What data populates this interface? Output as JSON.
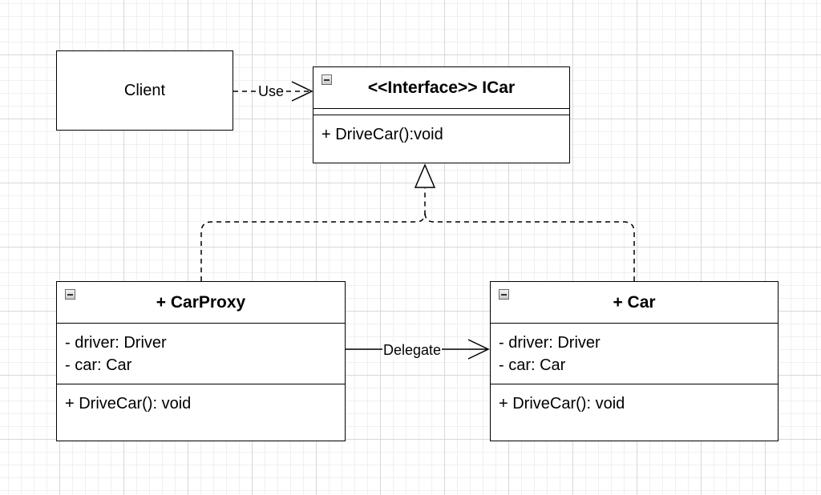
{
  "diagram": {
    "client": {
      "label": "Client"
    },
    "interface": {
      "title": "<<Interface>> ICar",
      "attributes": [],
      "methods": [
        "+ DriveCar():void"
      ]
    },
    "proxy": {
      "title": "+ CarProxy",
      "attributes": [
        "- driver: Driver",
        "- car: Car"
      ],
      "methods": [
        "+ DriveCar(): void"
      ]
    },
    "car": {
      "title": "+ Car",
      "attributes": [
        "- driver: Driver",
        "- car: Car"
      ],
      "methods": [
        "+ DriveCar(): void"
      ]
    },
    "edges": {
      "use_label": "Use",
      "delegate_label": "Delegate"
    }
  }
}
